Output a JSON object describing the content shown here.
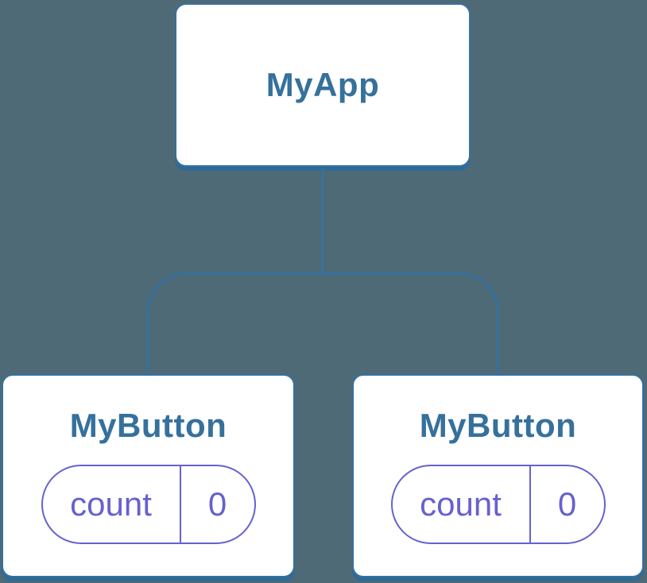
{
  "diagram": {
    "kind": "component-tree",
    "colors": {
      "background": "#4e6a76",
      "node_fill": "#ffffff",
      "node_accent_blue": "#35719f",
      "state_accent_purple": "#6661cf"
    },
    "root": {
      "label": "MyApp"
    },
    "children": [
      {
        "label": "MyButton",
        "state": {
          "key": "count",
          "value": "0"
        }
      },
      {
        "label": "MyButton",
        "state": {
          "key": "count",
          "value": "0"
        }
      }
    ]
  }
}
